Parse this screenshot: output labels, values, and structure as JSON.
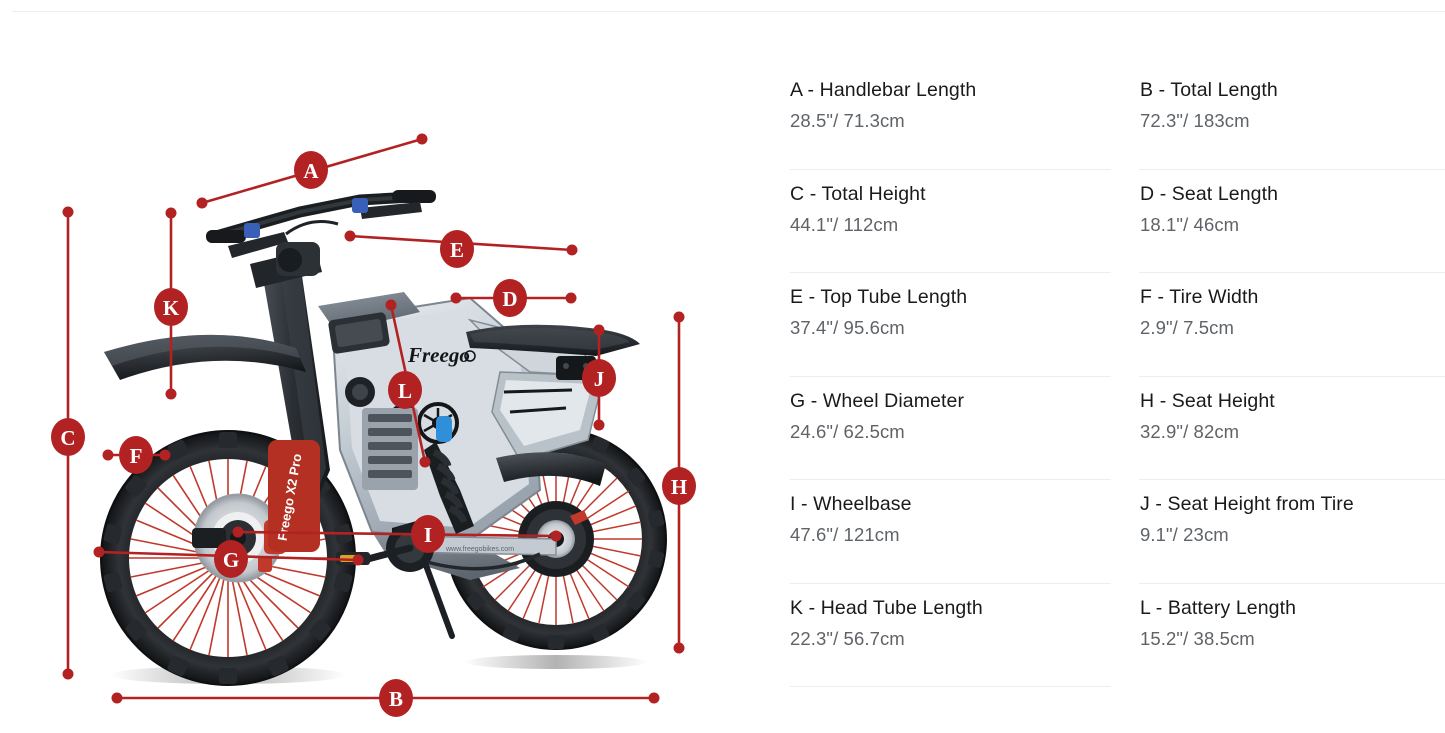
{
  "product": {
    "brand_mark": "Freego",
    "fork_decal": "Freego X2 Pro",
    "swingarm_decal": "www.freegobikes.com"
  },
  "diagram": {
    "callouts": [
      {
        "letter": "A",
        "name": "handlebar-length"
      },
      {
        "letter": "B",
        "name": "total-length"
      },
      {
        "letter": "C",
        "name": "total-height"
      },
      {
        "letter": "D",
        "name": "seat-length"
      },
      {
        "letter": "E",
        "name": "top-tube-length"
      },
      {
        "letter": "F",
        "name": "tire-width"
      },
      {
        "letter": "G",
        "name": "wheel-diameter"
      },
      {
        "letter": "H",
        "name": "seat-height"
      },
      {
        "letter": "I",
        "name": "wheelbase"
      },
      {
        "letter": "J",
        "name": "seat-height-from-tire"
      },
      {
        "letter": "K",
        "name": "head-tube-length"
      },
      {
        "letter": "L",
        "name": "battery-length"
      }
    ],
    "accent_color": "#b32222",
    "spoke_color": "#c0392b"
  },
  "specs": {
    "items": [
      {
        "label": "A - Handlebar Length",
        "value": "28.5\"/ 71.3cm"
      },
      {
        "label": "B - Total Length",
        "value": "72.3\"/ 183cm"
      },
      {
        "label": "C - Total Height",
        "value": "44.1\"/ 112cm"
      },
      {
        "label": "D - Seat Length",
        "value": "18.1\"/ 46cm"
      },
      {
        "label": "E - Top Tube Length",
        "value": "37.4\"/ 95.6cm"
      },
      {
        "label": "F - Tire Width",
        "value": "2.9\"/ 7.5cm"
      },
      {
        "label": "G - Wheel Diameter",
        "value": "24.6\"/ 62.5cm"
      },
      {
        "label": "H - Seat Height",
        "value": "32.9\"/ 82cm"
      },
      {
        "label": "I - Wheelbase",
        "value": "47.6\"/ 121cm"
      },
      {
        "label": "J - Seat Height from Tire",
        "value": "9.1\"/ 23cm"
      },
      {
        "label": "K - Head Tube Length",
        "value": "22.3\"/ 56.7cm"
      },
      {
        "label": "L - Battery Length",
        "value": "15.2\"/ 38.5cm"
      }
    ]
  }
}
